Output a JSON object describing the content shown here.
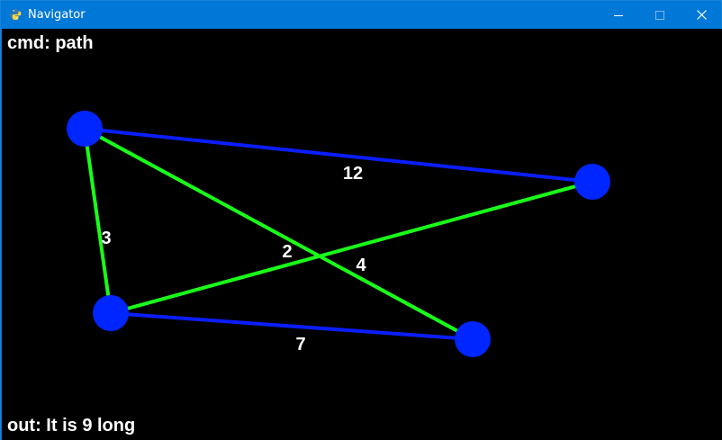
{
  "window": {
    "title": "Navigator",
    "icon": "python-icon",
    "controls": [
      "minimize-icon",
      "maximize-icon",
      "close-icon"
    ]
  },
  "hud": {
    "command_prefix": "cmd:",
    "command": "path",
    "command_text": "cmd: path",
    "output_text": "out: It is 9 long"
  },
  "colors": {
    "background": "#000000",
    "node": "#0026ff",
    "edge_default": "#0a1eff",
    "edge_highlight": "#19ff19",
    "label": "#ffffff",
    "titlebar": "#0078d7"
  },
  "graph": {
    "nodes": [
      {
        "id": "A"
      },
      {
        "id": "B"
      },
      {
        "id": "C"
      },
      {
        "id": "D"
      }
    ],
    "edges": [
      {
        "from": "A",
        "to": "B",
        "weight": "12",
        "highlighted": false
      },
      {
        "from": "A",
        "to": "C",
        "weight": "3",
        "highlighted": true
      },
      {
        "from": "A",
        "to": "D",
        "weight": "4",
        "highlighted": true
      },
      {
        "from": "C",
        "to": "B",
        "weight": "2",
        "highlighted": true
      },
      {
        "from": "C",
        "to": "D",
        "weight": "7",
        "highlighted": false
      }
    ]
  }
}
